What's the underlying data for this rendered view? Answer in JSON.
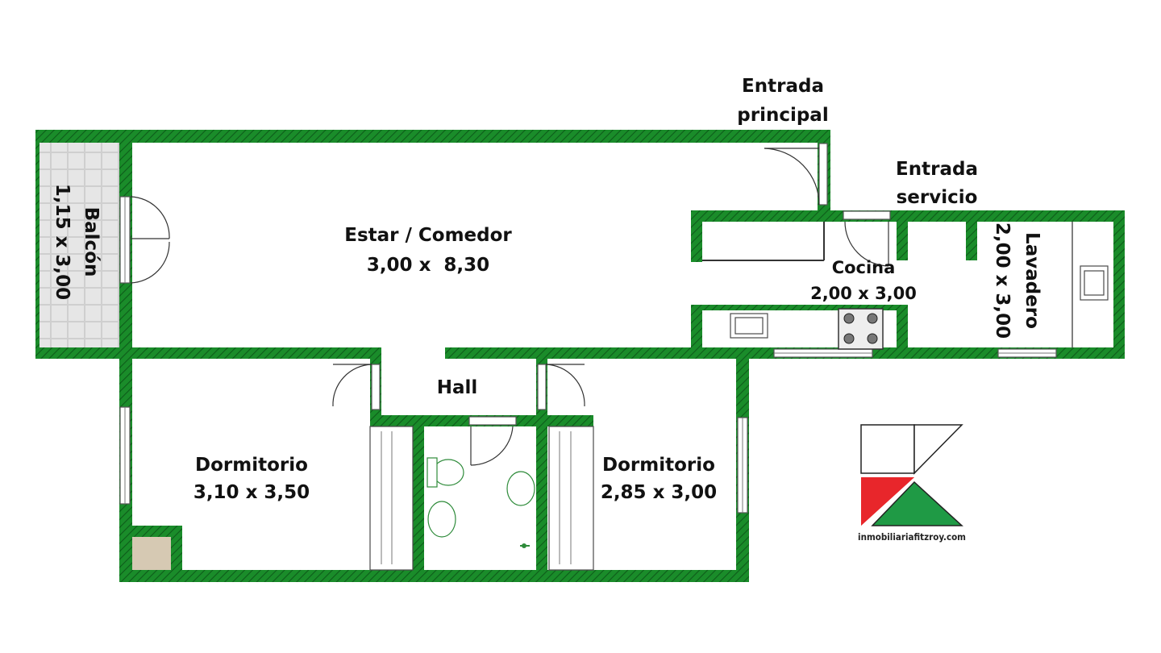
{
  "labels": {
    "entrada_principal": [
      "Entrada",
      "principal"
    ],
    "entrada_servicio": [
      "Entrada",
      "servicio"
    ],
    "estar": {
      "name": "Estar / Comedor",
      "size": "3,00 x  8,30"
    },
    "cocina": {
      "name": "Cocina",
      "size": "2,00 x 3,00"
    },
    "lavadero": {
      "name": "Lavadero",
      "size": "2,00 x 3,00"
    },
    "balcon": {
      "name": "Balcón",
      "size": "1,15 x 3,00"
    },
    "hall": "Hall",
    "dormitorio_1": {
      "name": "Dormitorio",
      "size": "3,10 x 3,50"
    },
    "dormitorio_2": {
      "name": "Dormitorio",
      "size": "2,85 x 3,00"
    }
  },
  "logo": {
    "text": "inmobiliariafitzroy.com",
    "colors": {
      "red": "#e8262b",
      "green": "#1f9a45",
      "outline": "#222222"
    }
  },
  "colors": {
    "wall": "#1a8c2a",
    "wall_hatch": "#0e5c1a",
    "balcony_tile": "#e4e4e4",
    "shaft_fill": "#d6c9b3"
  }
}
